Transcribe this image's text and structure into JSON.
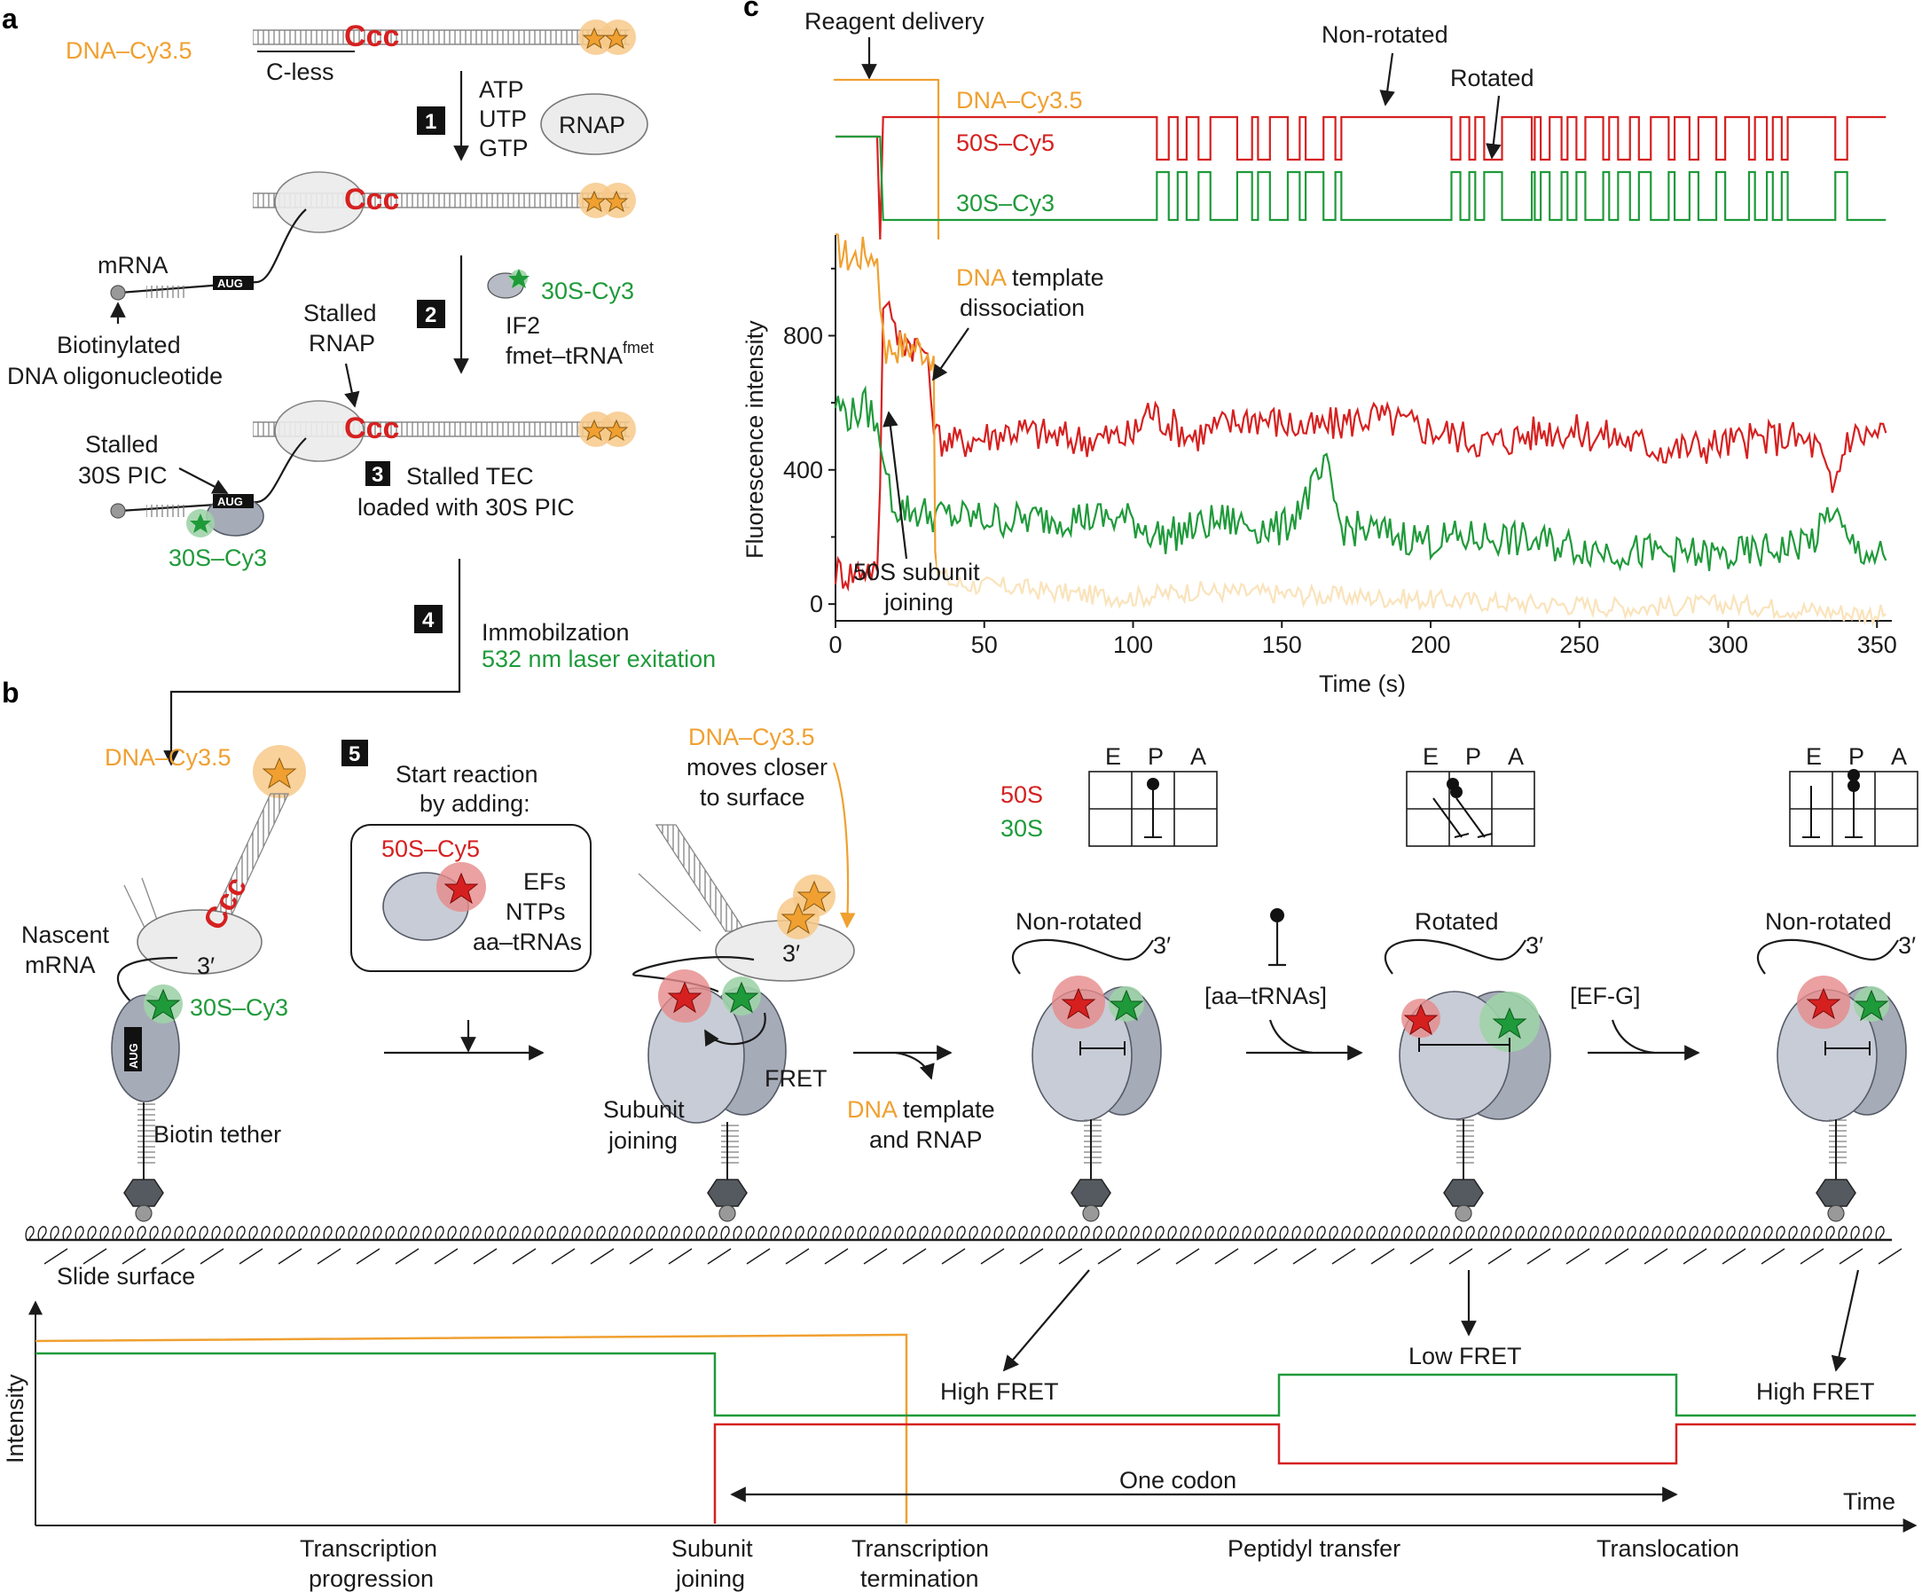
{
  "panels": {
    "a": "a",
    "b": "b",
    "c": "c"
  },
  "panel_a": {
    "dna_label": "DNA–Cy3.5",
    "cless_label": "C-less",
    "ccc": "Ccc",
    "step1": "1",
    "step1_reagents": [
      "ATP",
      "UTP",
      "GTP"
    ],
    "rnap": "RNAP",
    "mrna": "mRNA",
    "aug": "AUG",
    "biotin_label_line1": "Biotinylated",
    "biotin_label_line2": "DNA oligonucleotide",
    "step2": "2",
    "s30_cy3": "30S-Cy3",
    "if2": "IF2",
    "fmet": "fmet–tRNA",
    "fmet_sup": "fmet",
    "stalled_rnap_line1": "Stalled",
    "stalled_rnap_line2": "RNAP",
    "stalled_30s_line1": "Stalled",
    "stalled_30s_line2": "30S PIC",
    "step3": "3",
    "step3_line1": "Stalled TEC",
    "step3_line2": "loaded with 30S PIC",
    "s30_cy3_bottom": "30S–Cy3",
    "step4": "4",
    "immob": "Immobilzation",
    "laser": "532 nm laser exitation"
  },
  "panel_c": {
    "reagent_delivery": "Reagent delivery",
    "non_rotated": "Non-rotated",
    "rotated": "Rotated",
    "dna_cy35": "DNA–Cy3.5",
    "s50_cy5": "50S–Cy5",
    "s30_cy3": "30S–Cy3",
    "dna_word": "DNA",
    "template_word": " template",
    "dissociation": "dissociation",
    "subunit_joining_line1": "50S subunit",
    "subunit_joining_line2": "joining",
    "ylabel": "Fluorescence intensity",
    "xlabel": "Time (s)",
    "yticks": [
      "0",
      "400",
      "800"
    ],
    "xticks": [
      "0",
      "50",
      "100",
      "150",
      "200",
      "250",
      "300",
      "350"
    ]
  },
  "panel_b": {
    "dna_cy35": "DNA–Cy3.5",
    "step5": "5",
    "start_line1": "Start reaction",
    "start_line2": "by adding:",
    "s50_cy5": "50S–Cy5",
    "efs": "EFs",
    "ntps": "NTPs",
    "aatrnas": "aa–tRNAs",
    "moves_line1": "DNA–Cy3.5",
    "moves_line2": "moves closer",
    "moves_line3": "to surface",
    "nascent_line1": "Nascent",
    "nascent_line2": "mRNA",
    "three_prime": "3′",
    "s30_cy3": "30S–Cy3",
    "aug": "AUG",
    "biotin_tether": "Biotin tether",
    "fret": "FRET",
    "subunit_joining_line1": "Subunit",
    "subunit_joining_line2": "joining",
    "dna_word": "DNA",
    "template_line1_rest": " template",
    "template_line2": "and RNAP",
    "epa": [
      "E",
      "P",
      "A"
    ],
    "s50": "50S",
    "s30": "30S",
    "non_rotated": "Non-rotated",
    "rotated": "Rotated",
    "aa_trnas_bracket": "[aa–tRNAs]",
    "efg": "[EF-G]",
    "slide_surface": "Slide surface",
    "high_fret": "High FRET",
    "low_fret": "Low FRET",
    "one_codon": "One codon",
    "intensity": "Intensity",
    "time": "Time",
    "stage_labels": [
      {
        "line1": "Transcription",
        "line2": "progression"
      },
      {
        "line1": "Subunit",
        "line2": "joining"
      },
      {
        "line1": "Transcription",
        "line2": "termination"
      },
      {
        "line1": "Peptidyl transfer",
        "line2": ""
      },
      {
        "line1": "Translocation",
        "line2": ""
      }
    ]
  },
  "chart_data": {
    "type": "line",
    "title": "",
    "xlabel": "Time (s)",
    "ylabel": "Fluorescence intensity",
    "xlim": [
      0,
      355
    ],
    "ylim": [
      -50,
      1100
    ],
    "xticks": [
      0,
      50,
      100,
      150,
      200,
      250,
      300,
      350
    ],
    "yticks": [
      0,
      400,
      800
    ],
    "series": [
      {
        "name": "DNA–Cy3.5",
        "color": "#f0a030",
        "x": [
          0,
          5,
          10,
          14,
          15,
          17,
          20,
          25,
          30,
          33,
          33.5,
          40,
          60,
          80,
          100,
          120,
          150,
          180,
          210,
          240,
          270,
          300,
          330,
          353
        ],
        "y": [
          1060,
          1030,
          1050,
          1030,
          880,
          760,
          770,
          770,
          760,
          740,
          100,
          60,
          50,
          30,
          20,
          40,
          30,
          20,
          10,
          0,
          -10,
          0,
          -20,
          -30
        ]
      },
      {
        "name": "50S–Cy5",
        "color": "#d62020",
        "x": [
          0,
          5,
          10,
          14,
          15,
          16,
          18,
          20,
          25,
          30,
          34,
          40,
          60,
          80,
          100,
          105,
          110,
          120,
          140,
          160,
          180,
          200,
          220,
          240,
          260,
          280,
          300,
          320,
          330,
          335,
          340,
          353
        ],
        "y": [
          100,
          90,
          110,
          100,
          350,
          880,
          900,
          800,
          780,
          760,
          500,
          480,
          520,
          490,
          500,
          580,
          550,
          500,
          560,
          520,
          560,
          520,
          480,
          520,
          500,
          460,
          480,
          500,
          470,
          330,
          500,
          510
        ]
      },
      {
        "name": "30S–Cy3",
        "color": "#1f9a3a",
        "x": [
          0,
          5,
          10,
          14,
          15,
          17,
          20,
          25,
          30,
          40,
          60,
          80,
          100,
          105,
          110,
          130,
          150,
          165,
          170,
          200,
          220,
          240,
          260,
          280,
          300,
          320,
          330,
          335,
          340,
          353
        ],
        "y": [
          600,
          560,
          590,
          540,
          470,
          380,
          290,
          280,
          270,
          260,
          250,
          260,
          250,
          220,
          200,
          250,
          220,
          400,
          230,
          190,
          200,
          180,
          160,
          150,
          140,
          170,
          200,
          290,
          180,
          130
        ]
      }
    ]
  }
}
